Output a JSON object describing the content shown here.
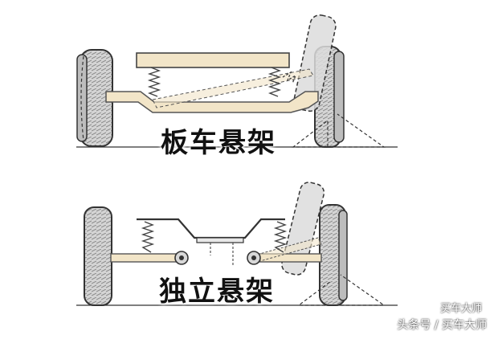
{
  "labels": {
    "top": "板车悬架",
    "bottom": "独立悬架"
  },
  "watermark": {
    "brand": "买车大师",
    "line": "头条号 / 买车大师"
  },
  "colors": {
    "wheel": "#cfcfcf",
    "frame": "#f2e5c8",
    "frame_stroke": "#555555",
    "outline": "#333333"
  }
}
